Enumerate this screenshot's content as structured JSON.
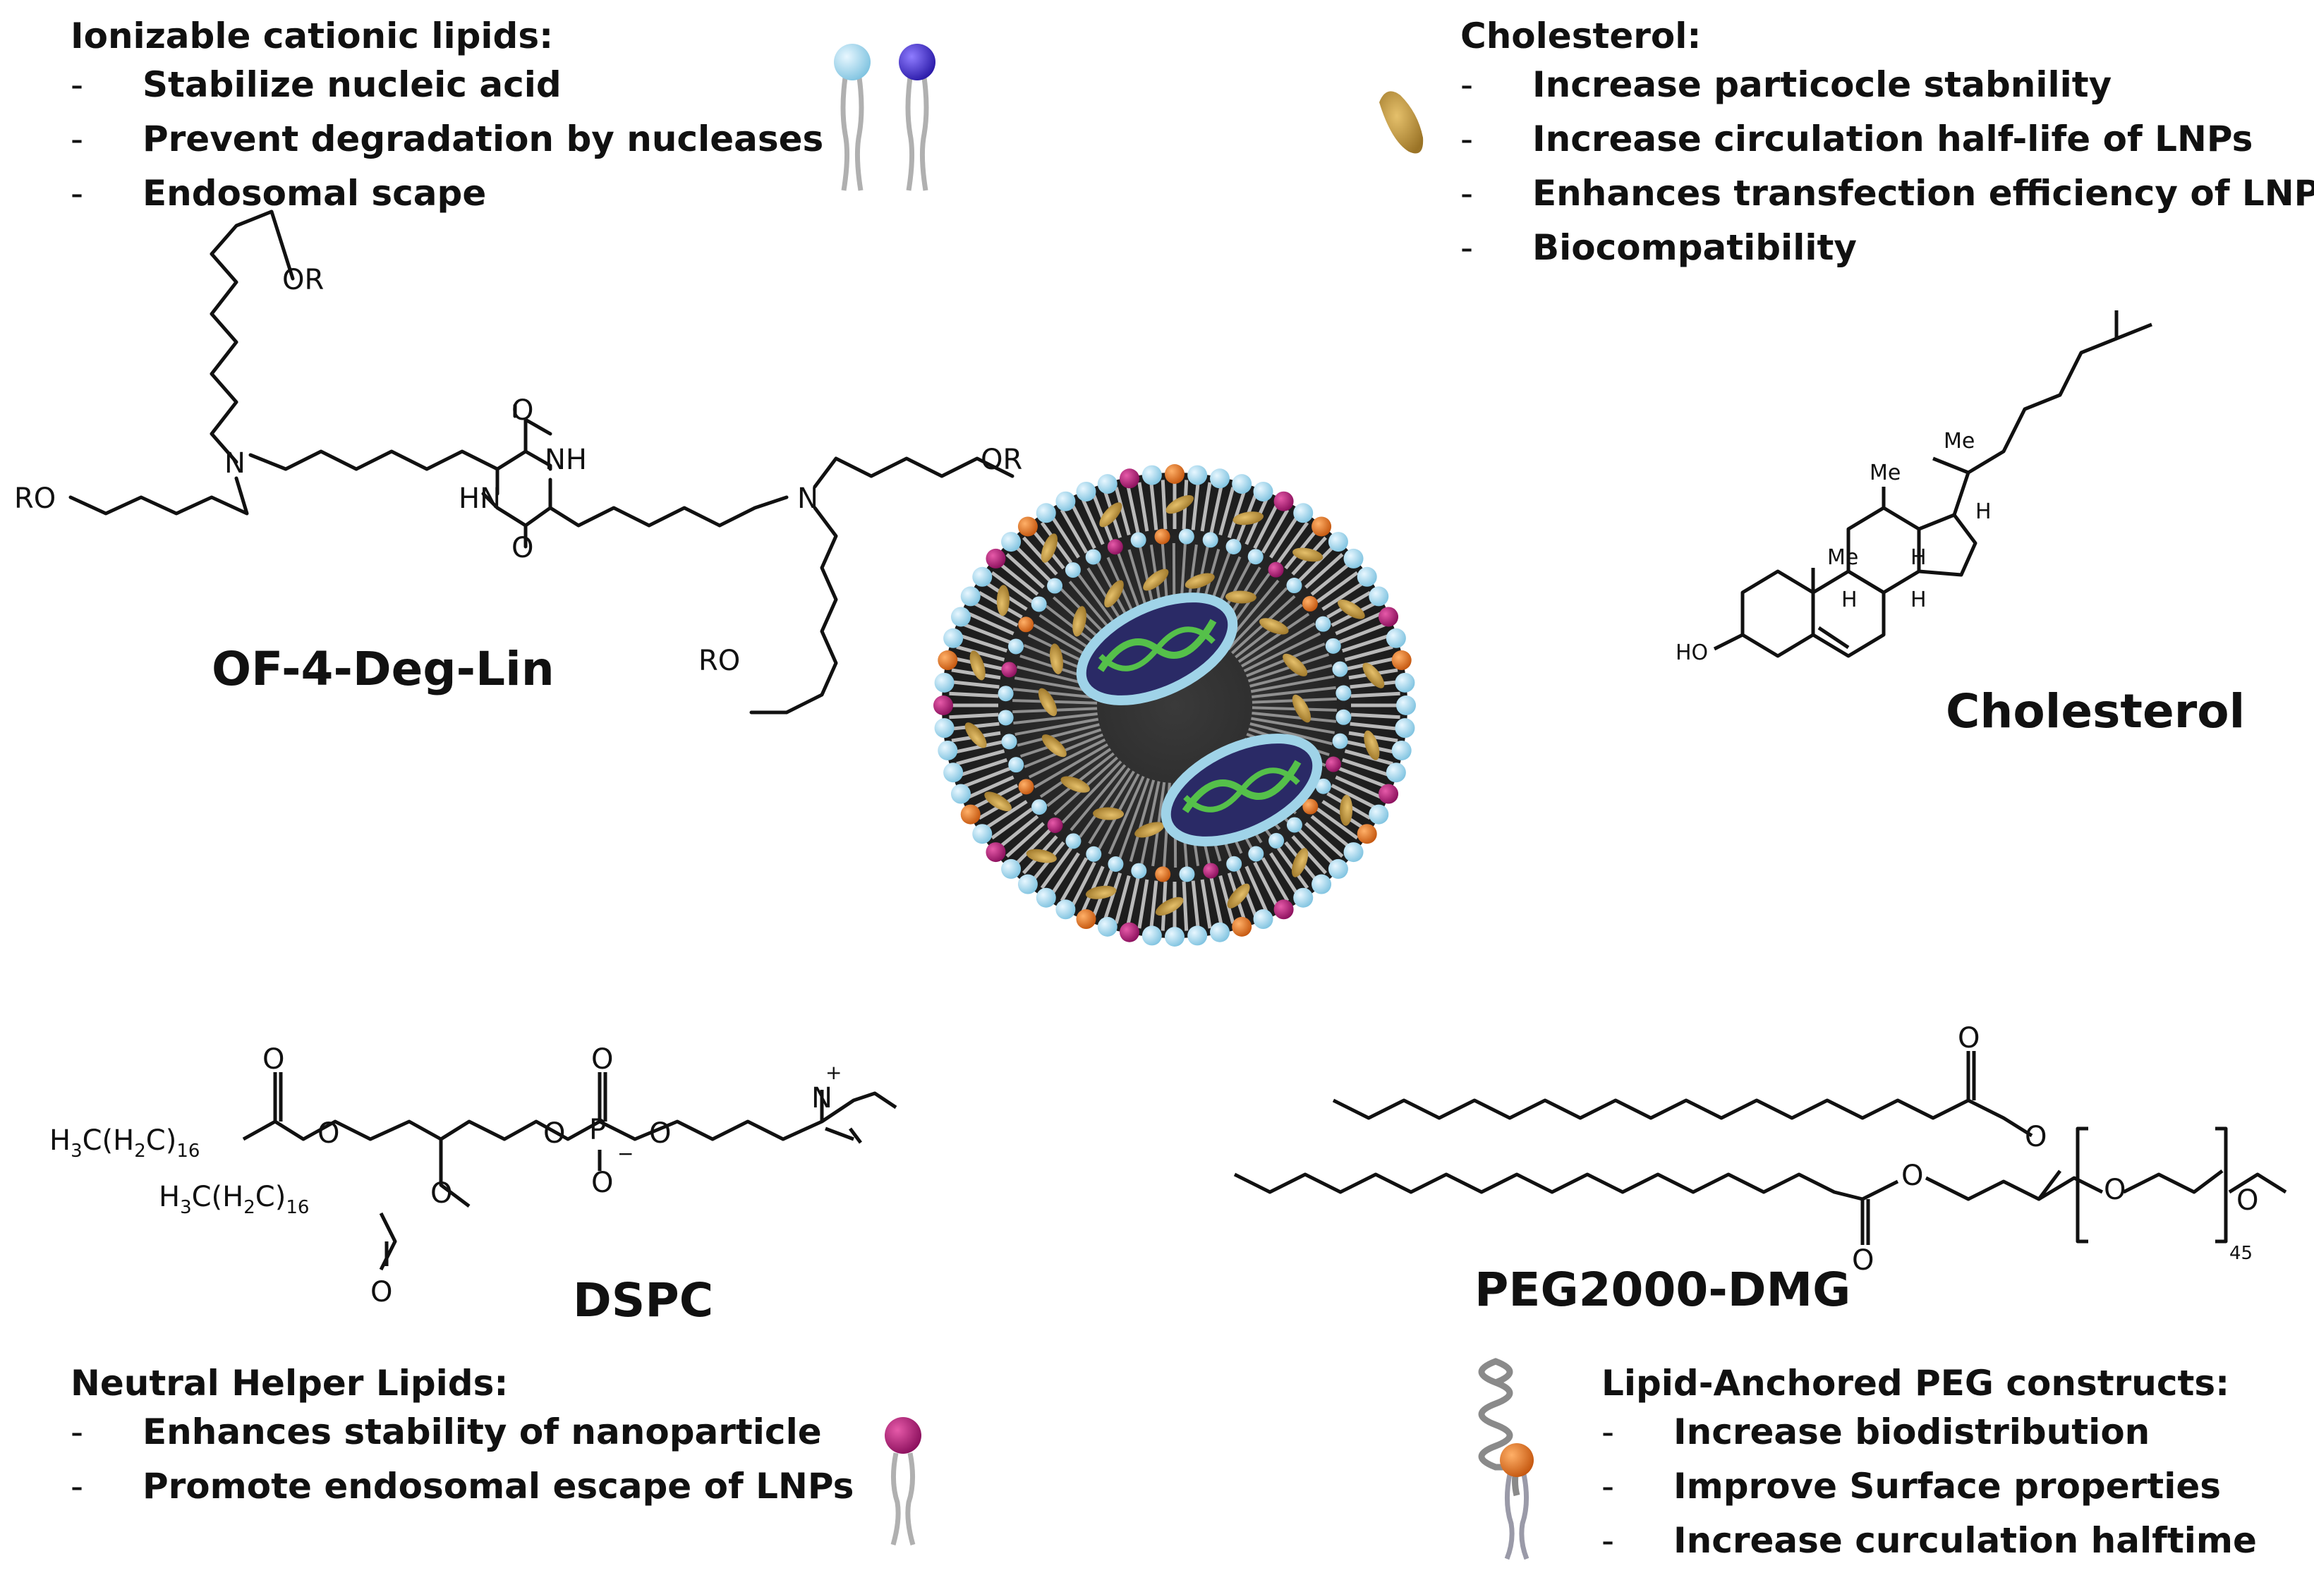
{
  "blocks": {
    "ionizable": {
      "title": "Ionizable cationic lipids:",
      "items": [
        "Stabilize nucleic acid",
        "Prevent degradation by nucleases",
        "Endosomal scape"
      ]
    },
    "cholesterol": {
      "title": "Cholesterol:",
      "items": [
        "Increase particocle stabnility",
        "Increase circulation half-life of LNPs",
        "Enhances transfection efficiency of LNPs",
        "Biocompatibility"
      ]
    },
    "helper": {
      "title": "Neutral Helper Lipids:",
      "items": [
        "Enhances stability of nanoparticle",
        "Promote endosomal escape of LNPs"
      ]
    },
    "peg": {
      "title": "Lipid-Anchored PEG constructs:",
      "items": [
        "Increase biodistribution",
        "Improve Surface properties",
        "Increase curculation halftime"
      ]
    }
  },
  "dash": "-",
  "compounds": {
    "of4": "OF-4-Deg-Lin",
    "chol": "Cholesterol",
    "dspc": "DSPC",
    "peg": "PEG2000-DMG"
  },
  "atoms": {
    "OR": "OR",
    "RO": "RO",
    "N": "N",
    "NH": "NH",
    "HN": "HN",
    "O": "O",
    "Me": "Me",
    "H": "H",
    "HO": "HO",
    "P": "P",
    "plus": "+",
    "minus": "−",
    "H3C_left": "H",
    "sub3": "3",
    "C_H": "C(H",
    "sub2": "2",
    "C_close": "C)",
    "sub16": "16",
    "sub45": "45"
  },
  "colors": {
    "head_lightblue": "#9fd3e8",
    "head_blue": "#4a33c9",
    "head_magenta": "#b01a78",
    "head_orange": "#e0701c",
    "cholesterol_tan": "#c9a046",
    "tail_gray": "#a9a9a9",
    "rna_green": "#55c04a"
  }
}
